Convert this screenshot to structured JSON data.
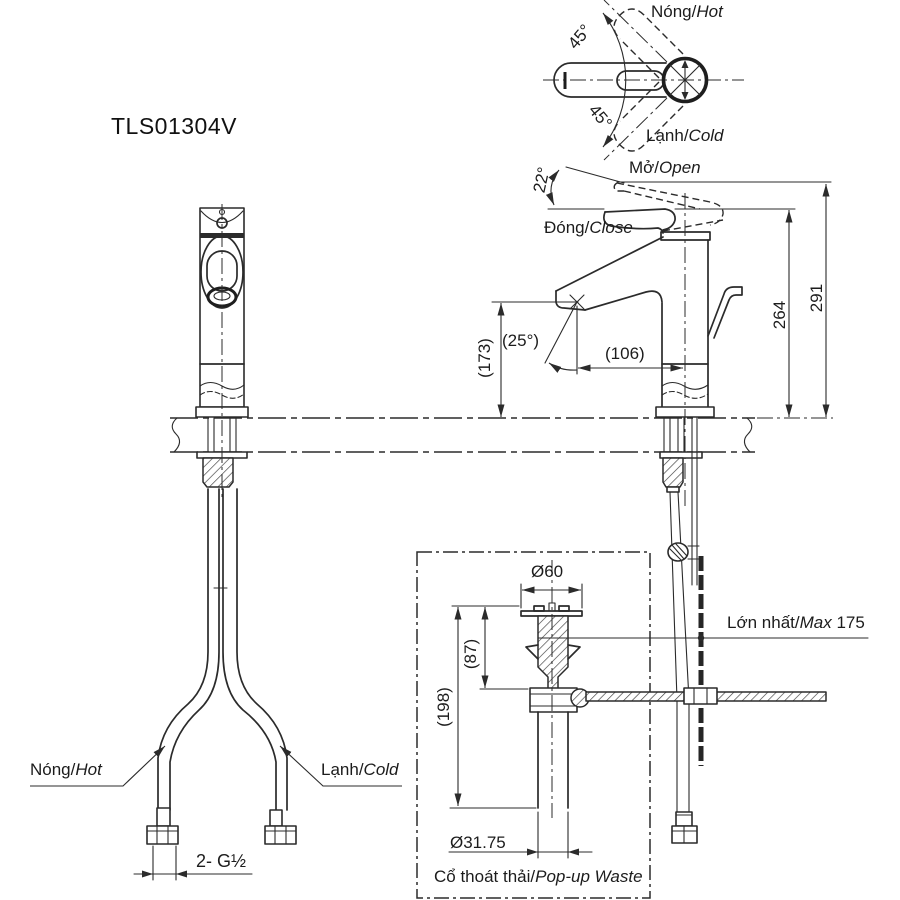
{
  "title": "TLS01304V",
  "colors": {
    "line": "#2b2b2b",
    "text": "#1c1c1c",
    "background": "#ffffff"
  },
  "top_view": {
    "hot": {
      "vi": "Nóng/",
      "en": "Hot"
    },
    "cold": {
      "vi": "Lạnh/",
      "en": "Cold"
    },
    "angle_upper": "45°",
    "angle_lower": "45°"
  },
  "side_view": {
    "open": {
      "vi": "Mở/",
      "en": "Open"
    },
    "close": {
      "vi": "Đóng/",
      "en": "Close"
    },
    "open_angle": "22°",
    "dims": {
      "total_height": "291",
      "body_height": "264",
      "outlet_height": "(173)",
      "spout_reach": "(106)",
      "stream_angle": "(25°)"
    }
  },
  "supply": {
    "hot": {
      "vi": "Nóng/",
      "en": "Hot"
    },
    "cold": {
      "vi": "Lạnh/",
      "en": "Cold"
    },
    "thread": "2- G½"
  },
  "popup_waste": {
    "caption": {
      "vi": "Cổ thoát thải/",
      "en": "Pop-up Waste"
    },
    "dims": {
      "flange_dia": "Ø60",
      "upper_height": "(87)",
      "total_height": "(198)",
      "pipe_dia": "Ø31.75"
    },
    "max_rod": {
      "vi": "Lớn nhất/",
      "en": "Max",
      "value": " 175"
    }
  }
}
